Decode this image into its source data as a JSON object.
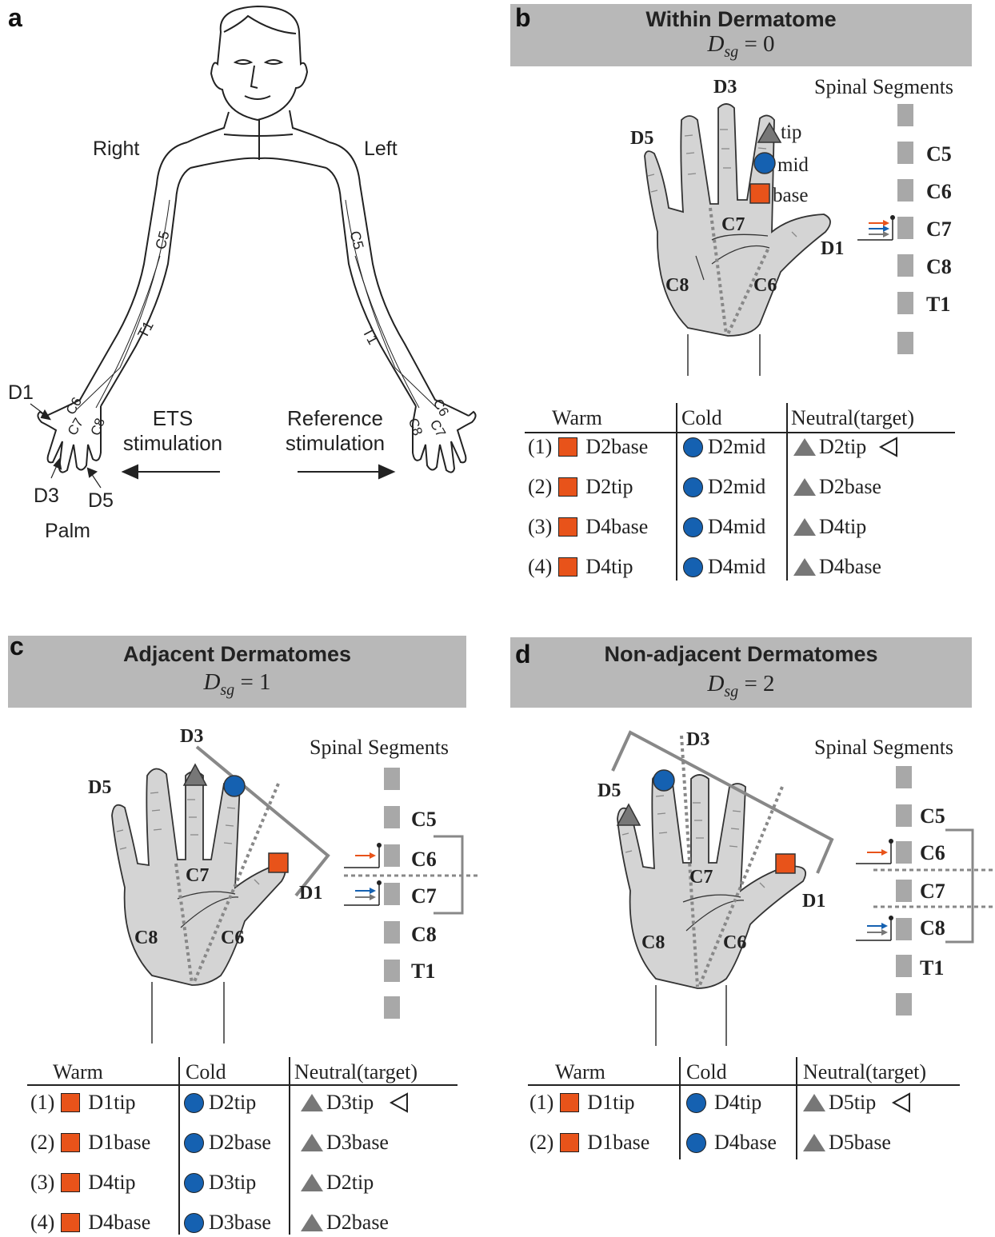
{
  "panel_a": {
    "letter": "a",
    "right_label": "Right",
    "left_label": "Left",
    "arm_labels": [
      "C5",
      "T1",
      "C6",
      "C7",
      "C8"
    ],
    "finger_labels": {
      "d1": "D1",
      "d3": "D3",
      "d5": "D5"
    },
    "palm_label": "Palm",
    "ets_label_1": "ETS",
    "ets_label_2": "stimulation",
    "ref_label_1": "Reference",
    "ref_label_2": "stimulation"
  },
  "panel_b": {
    "letter": "b",
    "title": "Within Dermatome",
    "eq_var": "D",
    "eq_sub": "sg",
    "eq_rest": " = 0",
    "spinal_title": "Spinal Segments",
    "segments": [
      "C5",
      "C6",
      "C7",
      "C8",
      "T1"
    ],
    "hand_labels": {
      "d3": "D3",
      "d5": "D5",
      "d1": "D1",
      "c7": "C7",
      "c8": "C8",
      "c6": "C6"
    },
    "marker_labels": {
      "tip": "tip",
      "mid": "mid",
      "base": "base"
    },
    "table": {
      "headers": [
        "Warm",
        "Cold",
        "Neutral(target)"
      ],
      "rows": [
        {
          "n": "(1)",
          "warm": "D2base",
          "cold": "D2mid",
          "neutral": "D2tip",
          "target": true
        },
        {
          "n": "(2)",
          "warm": "D2tip",
          "cold": "D2mid",
          "neutral": "D2base",
          "target": false
        },
        {
          "n": "(3)",
          "warm": "D4base",
          "cold": "D4mid",
          "neutral": "D4tip",
          "target": false
        },
        {
          "n": "(4)",
          "warm": "D4tip",
          "cold": "D4mid",
          "neutral": "D4base",
          "target": false
        }
      ]
    }
  },
  "panel_c": {
    "letter": "c",
    "title": "Adjacent Dermatomes",
    "eq_var": "D",
    "eq_sub": "sg",
    "eq_rest": " = 1",
    "spinal_title": "Spinal Segments",
    "segments": [
      "C5",
      "C6",
      "C7",
      "C8",
      "T1"
    ],
    "hand_labels": {
      "d3": "D3",
      "d5": "D5",
      "d1": "D1",
      "c7": "C7",
      "c8": "C8",
      "c6": "C6"
    },
    "table": {
      "headers": [
        "Warm",
        "Cold",
        "Neutral(target)"
      ],
      "rows": [
        {
          "n": "(1)",
          "warm": "D1tip",
          "cold": "D2tip",
          "neutral": "D3tip",
          "target": true
        },
        {
          "n": "(2)",
          "warm": "D1base",
          "cold": "D2base",
          "neutral": "D3base",
          "target": false
        },
        {
          "n": "(3)",
          "warm": "D4tip",
          "cold": "D3tip",
          "neutral": "D2tip",
          "target": false
        },
        {
          "n": "(4)",
          "warm": "D4base",
          "cold": "D3base",
          "neutral": "D2base",
          "target": false
        }
      ]
    }
  },
  "panel_d": {
    "letter": "d",
    "title": "Non-adjacent Dermatomes",
    "eq_var": "D",
    "eq_sub": "sg",
    "eq_rest": " = 2",
    "spinal_title": "Spinal Segments",
    "segments": [
      "C5",
      "C6",
      "C7",
      "C8",
      "T1"
    ],
    "hand_labels": {
      "d3": "D3",
      "d5": "D5",
      "d1": "D1",
      "c7": "C7",
      "c8": "C8",
      "c6": "C6"
    },
    "table": {
      "headers": [
        "Warm",
        "Cold",
        "Neutral(target)"
      ],
      "rows": [
        {
          "n": "(1)",
          "warm": "D1tip",
          "cold": "D4tip",
          "neutral": "D5tip",
          "target": true
        },
        {
          "n": "(2)",
          "warm": "D1base",
          "cold": "D4base",
          "neutral": "D5base",
          "target": false
        }
      ]
    }
  },
  "colors": {
    "warm": "#e8531a",
    "cold": "#1561b1",
    "neutral": "#777777",
    "header_bg": "#b8b8b8",
    "hand_fill": "#d4d4d4"
  }
}
